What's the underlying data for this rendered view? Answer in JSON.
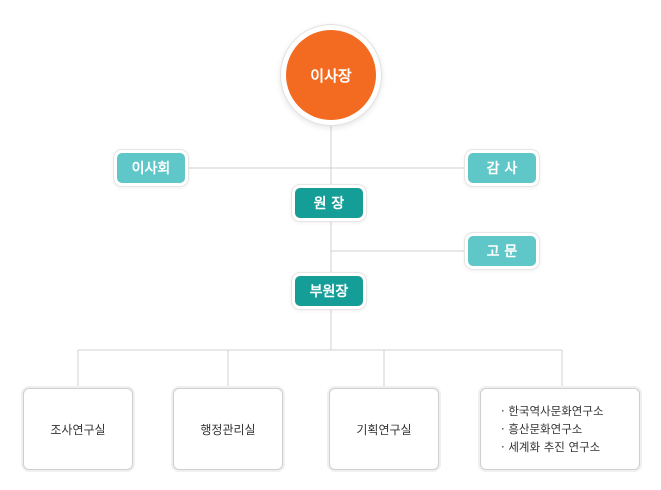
{
  "chairman": "이사장",
  "board": "이사회",
  "audit": "감 사",
  "director": "원 장",
  "advisor": "고 문",
  "vice_director": "부원장",
  "departments": [
    "조사연구실",
    "행정관리실",
    "기획연구실"
  ],
  "institutes": [
    "한국역사문화연구소",
    "흥산문화연구소",
    "세계화 추진 연구소"
  ],
  "colors": {
    "chairman": "#f26b21",
    "light_teal": "#5fc7c7",
    "dark_teal": "#149e97",
    "line": "#d0d0d0"
  }
}
